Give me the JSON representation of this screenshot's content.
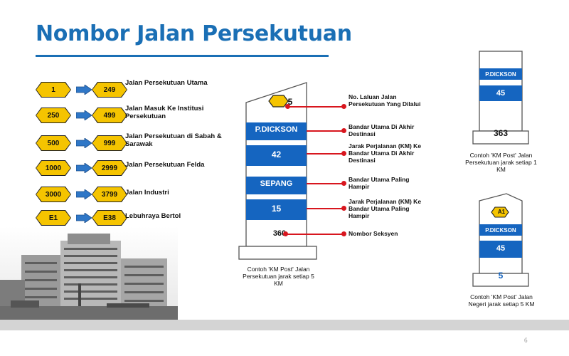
{
  "slide": {
    "title": "Nombor Jalan Persekutuan",
    "page_number": "6"
  },
  "ranges": [
    {
      "from": "1",
      "to": "249",
      "label": "Jalan Persekutuan Utama"
    },
    {
      "from": "250",
      "to": "499",
      "label": "Jalan Masuk Ke Institusi Persekutuan"
    },
    {
      "from": "500",
      "to": "999",
      "label": "Jalan Persekutuan di Sabah & Sarawak"
    },
    {
      "from": "1000",
      "to": "2999",
      "label": "Jalan Persekutuan Felda"
    },
    {
      "from": "3000",
      "to": "3799",
      "label": "Jalan Industri"
    },
    {
      "from": "E1",
      "to": "E38",
      "label": "Lebuhraya Bertol"
    }
  ],
  "main_post": {
    "route_no": "5",
    "dest1": "P.DICKSON",
    "dist1": "42",
    "dest2": "SEPANG",
    "dist2": "15",
    "section": "360",
    "callouts": [
      "No. Laluan Jalan Persekutuan Yang Dilalui",
      "Bandar Utama Di Akhir Destinasi",
      "Jarak Perjalanan (KM) Ke Bandar Utama Di Akhir Destinasi",
      "Bandar Utama Paling Hampir",
      "Jarak Perjalanan (KM) Ke Bandar Utama Paling Hampir",
      "Nombor Seksyen"
    ],
    "caption": "Contoh 'KM Post' Jalan Persekutuan jarak setiap 5 KM"
  },
  "post_1km": {
    "dest": "P.DICKSON",
    "dist": "45",
    "section": "363",
    "caption": "Contoh 'KM Post' Jalan Persekutuan jarak setiap 1 KM"
  },
  "post_state": {
    "route_no": "A1",
    "dest": "P.DICKSON",
    "dist": "45",
    "section": "5",
    "caption": "Contoh 'KM Post' Jalan Negeri jarak setiap 5 KM"
  },
  "colors": {
    "title_blue": "#1a6fb5",
    "sign_blue": "#1565c0",
    "hex_yellow": "#f5c400",
    "callout_red": "#d8161e"
  }
}
